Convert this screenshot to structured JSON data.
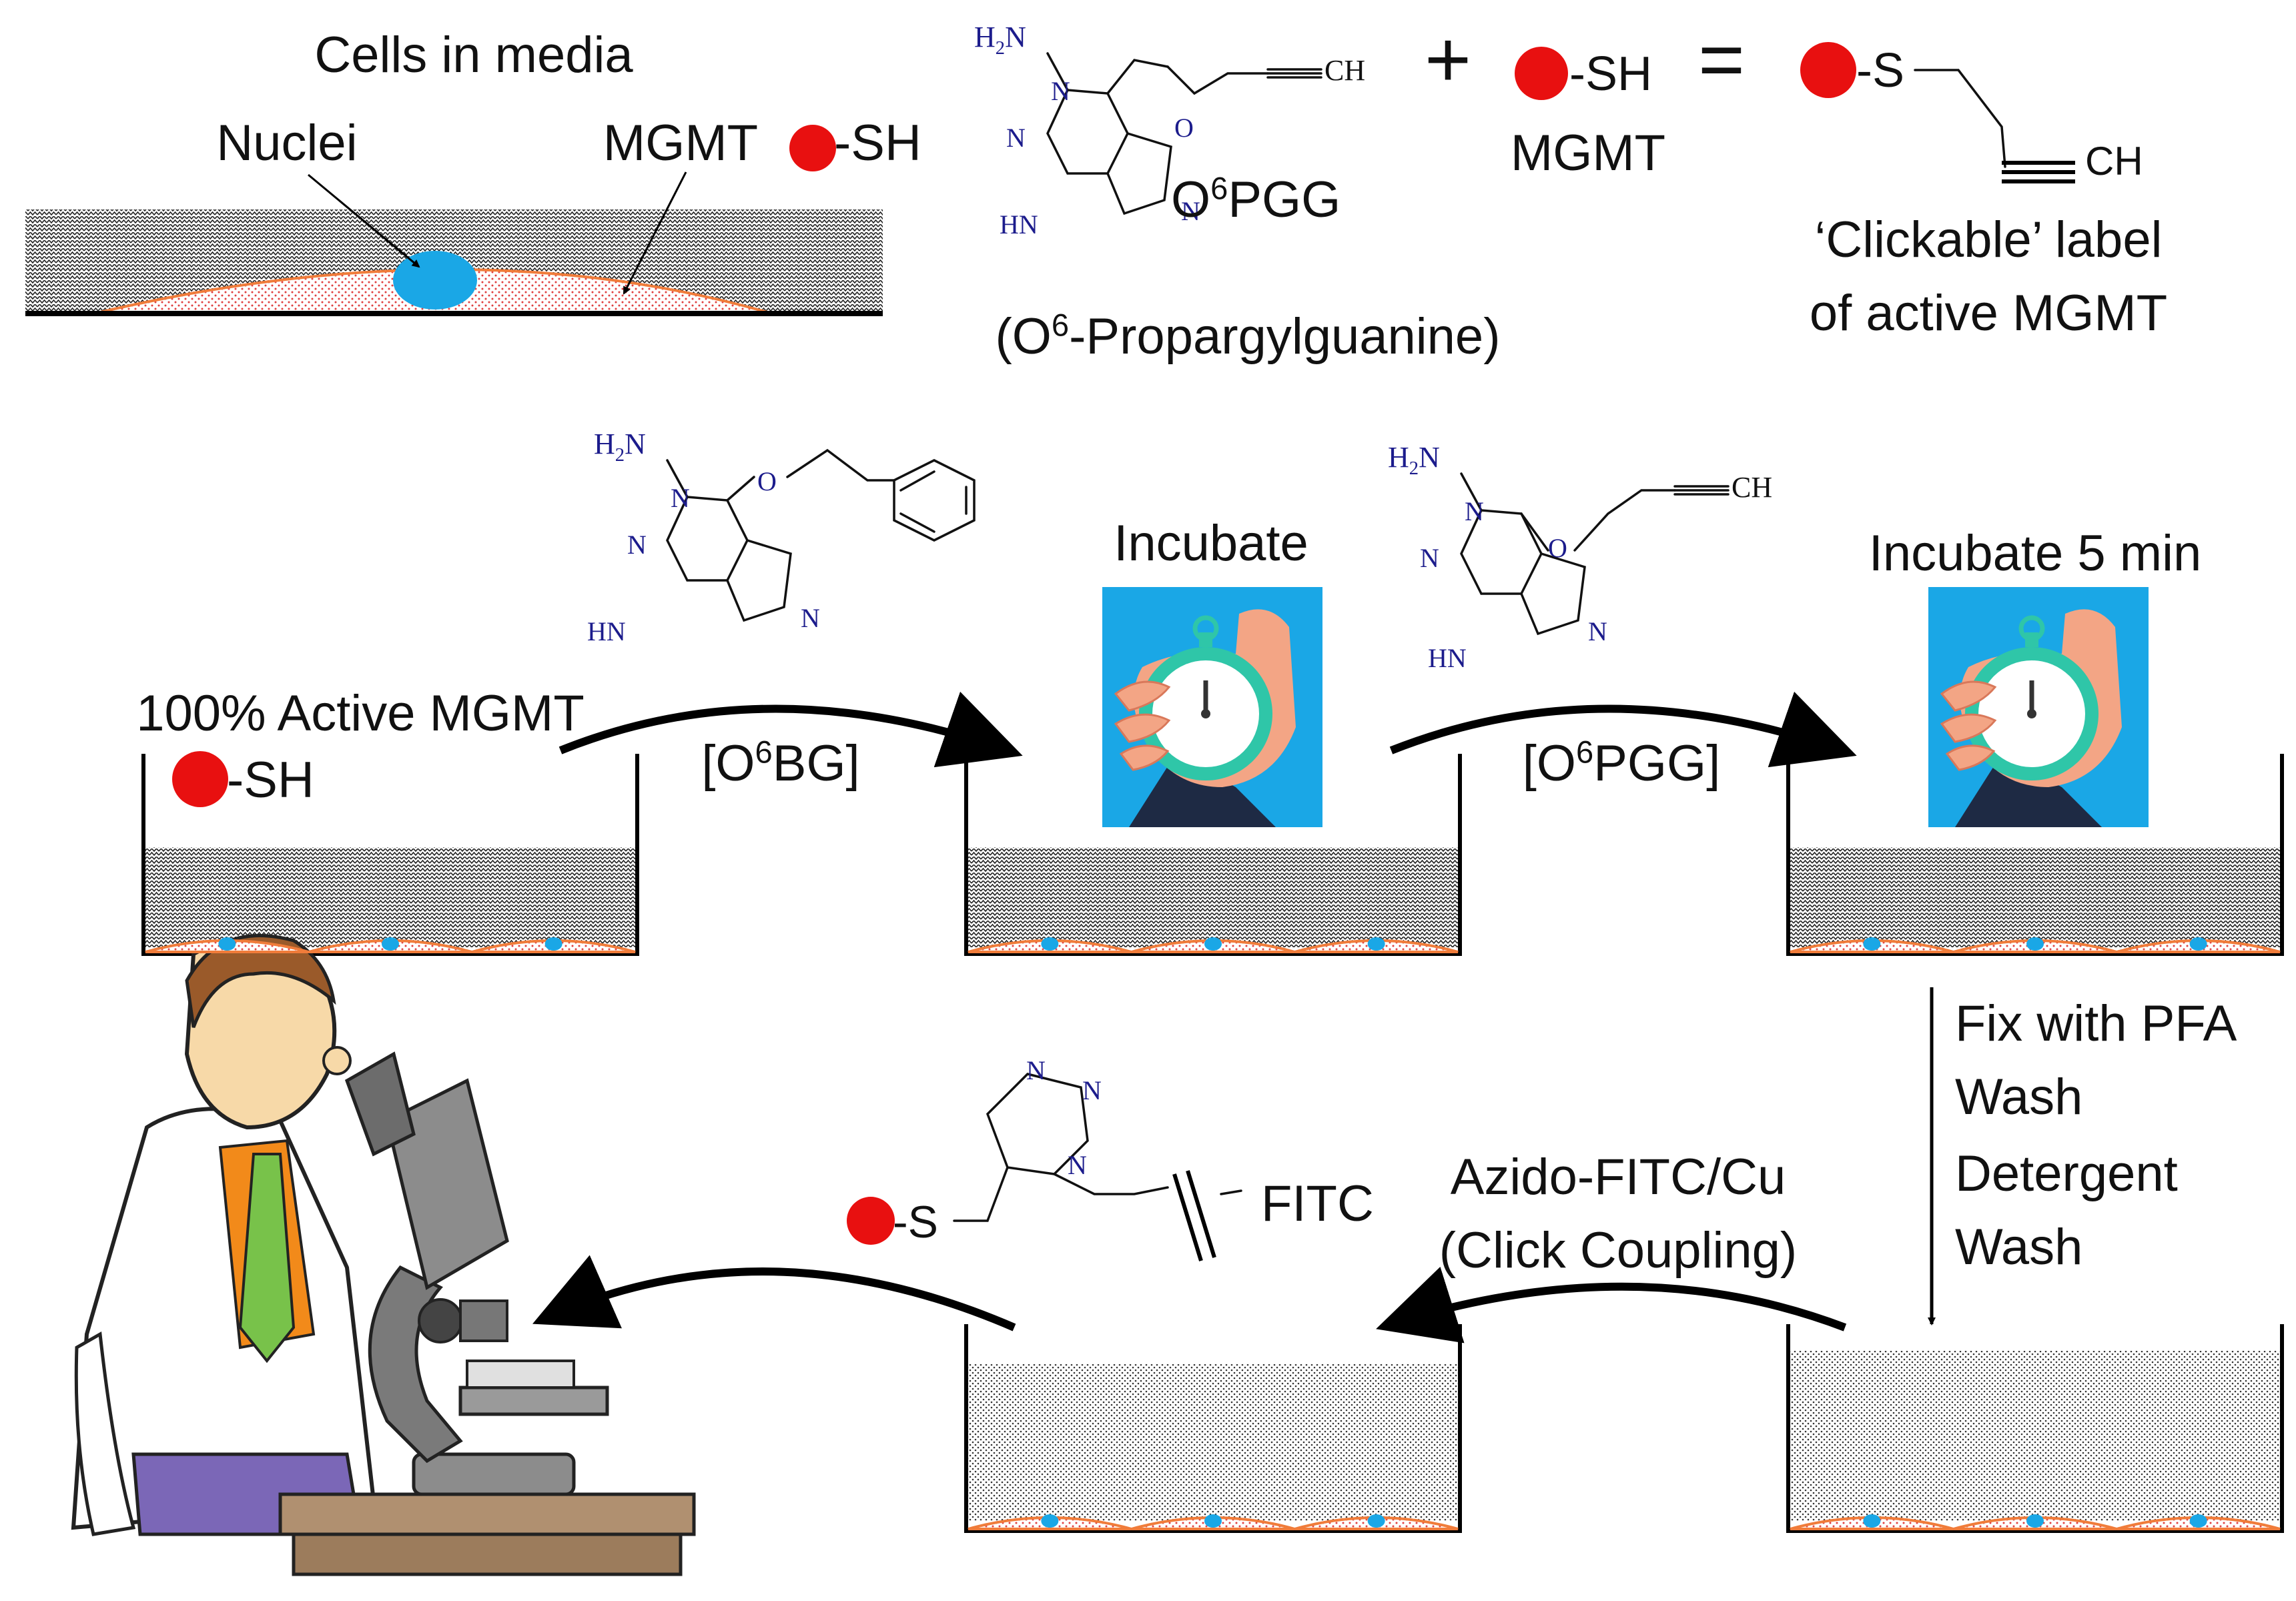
{
  "header": {
    "cells_title": "Cells in media",
    "nuclei_label": "Nuclei",
    "mgmt_label": "MGMT",
    "sh_label": "-SH"
  },
  "reaction": {
    "plus": "+",
    "equals": "=",
    "reagent_name": "O6PGG",
    "reagent_fullname": "(O6-Propargylguanine)",
    "protein_label": "MGMT",
    "thiol_label": "-SH",
    "product_s": "-S",
    "product_ch": "CH",
    "product_caption_line1": "‘Clickable’ label",
    "product_caption_line2": "of active MGMT"
  },
  "chem_labels": {
    "h2n": "H2N",
    "n": "N",
    "hn": "HN",
    "o": "O",
    "ch": "CH"
  },
  "workflow": {
    "step1_label": "100% Active MGMT",
    "step1_sh": "-SH",
    "o6bg_label": "[O6BG]",
    "incubate_label": "Incubate",
    "o6pgg_label": "[O6PGG]",
    "incubate5_label": "Incubate 5 min",
    "fix_steps": [
      "Fix with PFA",
      "Wash",
      "Detergent",
      "Wash"
    ],
    "click_line1": "Azido-FITC/Cu",
    "click_line2": "(Click Coupling)",
    "triazole_s": "-S",
    "triazole_fitc": "FITC"
  },
  "colors": {
    "mgmt_dot": "#e81010",
    "nucleus": "#1aa7e6",
    "cell_outline": "#f07c3a",
    "cell_fill": "#f6b9b9",
    "stopwatch_bg": "#1aa7e6",
    "chem_text": "#1c1c8c"
  }
}
